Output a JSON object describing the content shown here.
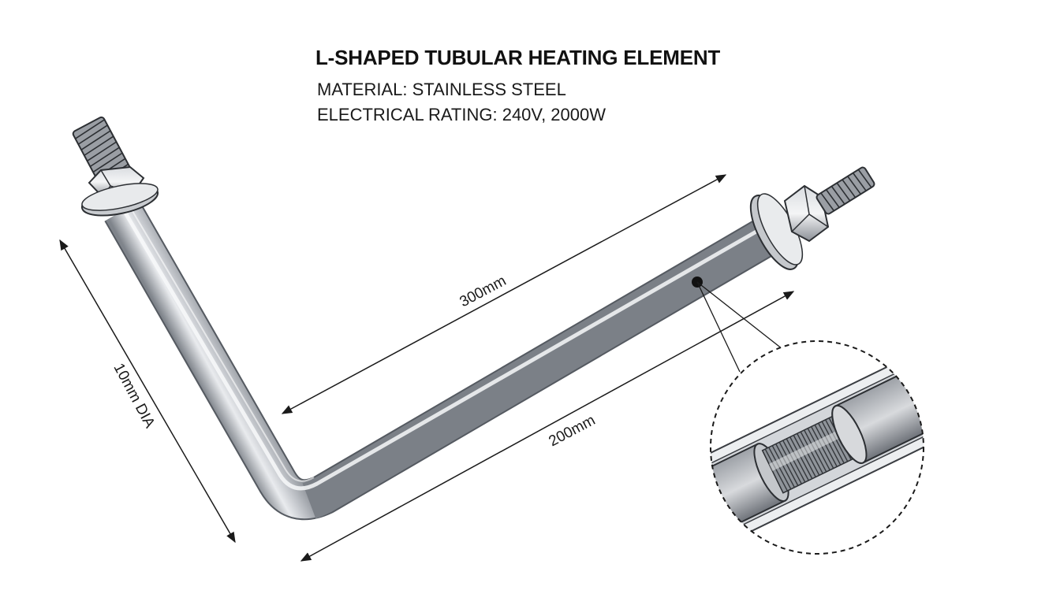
{
  "header": {
    "title": "L-SHAPED TUBULAR HEATING ELEMENT",
    "material": "MATERIAL: STAINLESS STEEL",
    "rating": "ELECTRICAL RATING: 240V, 2000W"
  },
  "dimensions": {
    "long_leg": "300mm",
    "short_leg": "200mm",
    "diameter": "10mm DIA"
  },
  "detail": {
    "icon": "coil-cutaway-detail"
  },
  "colors": {
    "tube": "#b8bcc2",
    "line": "#1a1a1a"
  }
}
